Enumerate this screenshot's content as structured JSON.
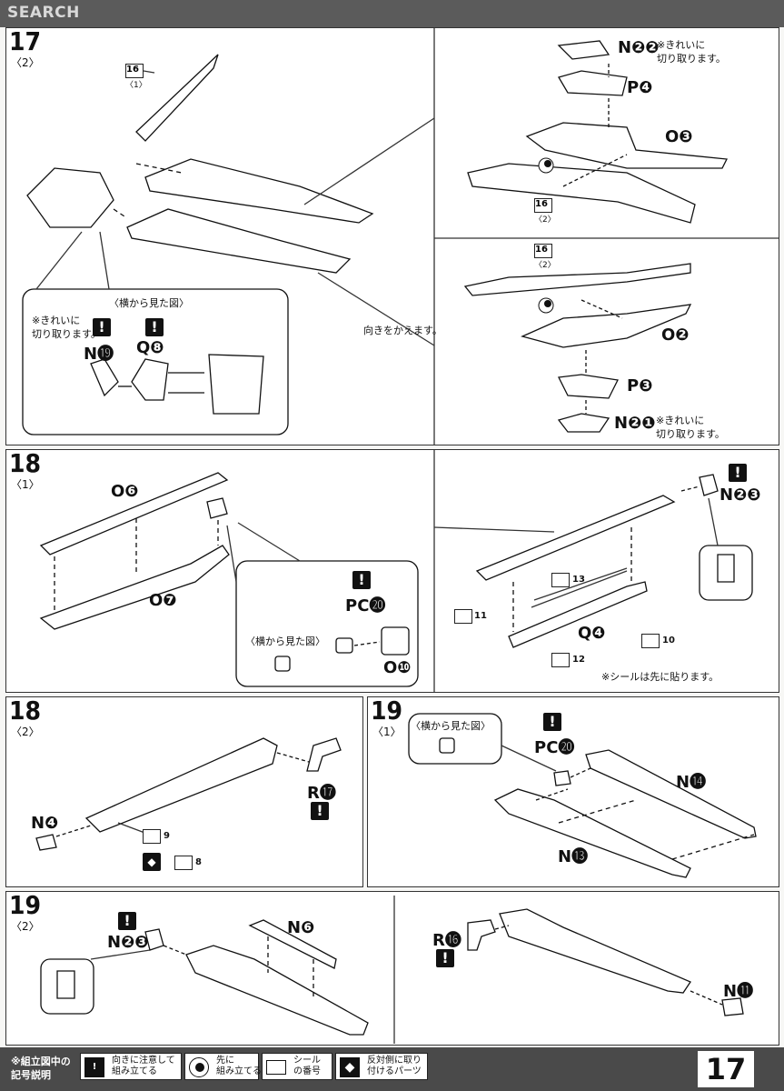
{
  "watermark": "SEARCH",
  "page_number": "17",
  "steps": {
    "s17_2": {
      "step": "17",
      "sub": "〈2〉"
    },
    "s18_1": {
      "step": "18",
      "sub": "〈1〉"
    },
    "s18_2": {
      "step": "18",
      "sub": "〈2〉"
    },
    "s19_1": {
      "step": "19",
      "sub": "〈1〉"
    },
    "s19_2": {
      "step": "19",
      "sub": "〈2〉"
    }
  },
  "ref16": {
    "num": "16",
    "sub1": "〈1〉",
    "sub2": "〈2〉"
  },
  "labels": {
    "n22": "N❷❷",
    "p4": "P❹",
    "o3": "O❸",
    "o2": "O❷",
    "p3": "P❸",
    "n21": "N❷❶",
    "n19": "N⓳",
    "q8": "Q❽",
    "o6": "O❻",
    "o7": "O❼",
    "pc20": "PC⓴",
    "o10": "O❿",
    "n23": "N❷❸",
    "q4": "Q❹",
    "r17": "R⓱",
    "n4": "N❹",
    "n14": "N⓮",
    "n13": "N⓭",
    "n6": "N❻",
    "r16": "R⓰",
    "n11": "N⓫"
  },
  "notes": {
    "clean_cut": "※きれいに\n切り取ります。",
    "side_view": "〈横から見た図〉",
    "turn": "向きをかえます。",
    "sticker_first": "※シールは先に貼ります。"
  },
  "stickers": {
    "s9": "9",
    "s8": "8",
    "s10": "10",
    "s11": "11",
    "s12": "12",
    "s13": "13"
  },
  "legend": {
    "title": "※組立図中の\n記号説明",
    "items": [
      {
        "icon": "warning-icon",
        "text": "向きに注意して\n組み立てる"
      },
      {
        "icon": "dot-icon",
        "text": "先に\n組み立てる"
      },
      {
        "icon": "sticker-icon",
        "text": "シール\nの番号"
      },
      {
        "icon": "mirror-icon",
        "text": "反対側に取り\n付けるパーツ"
      }
    ]
  }
}
